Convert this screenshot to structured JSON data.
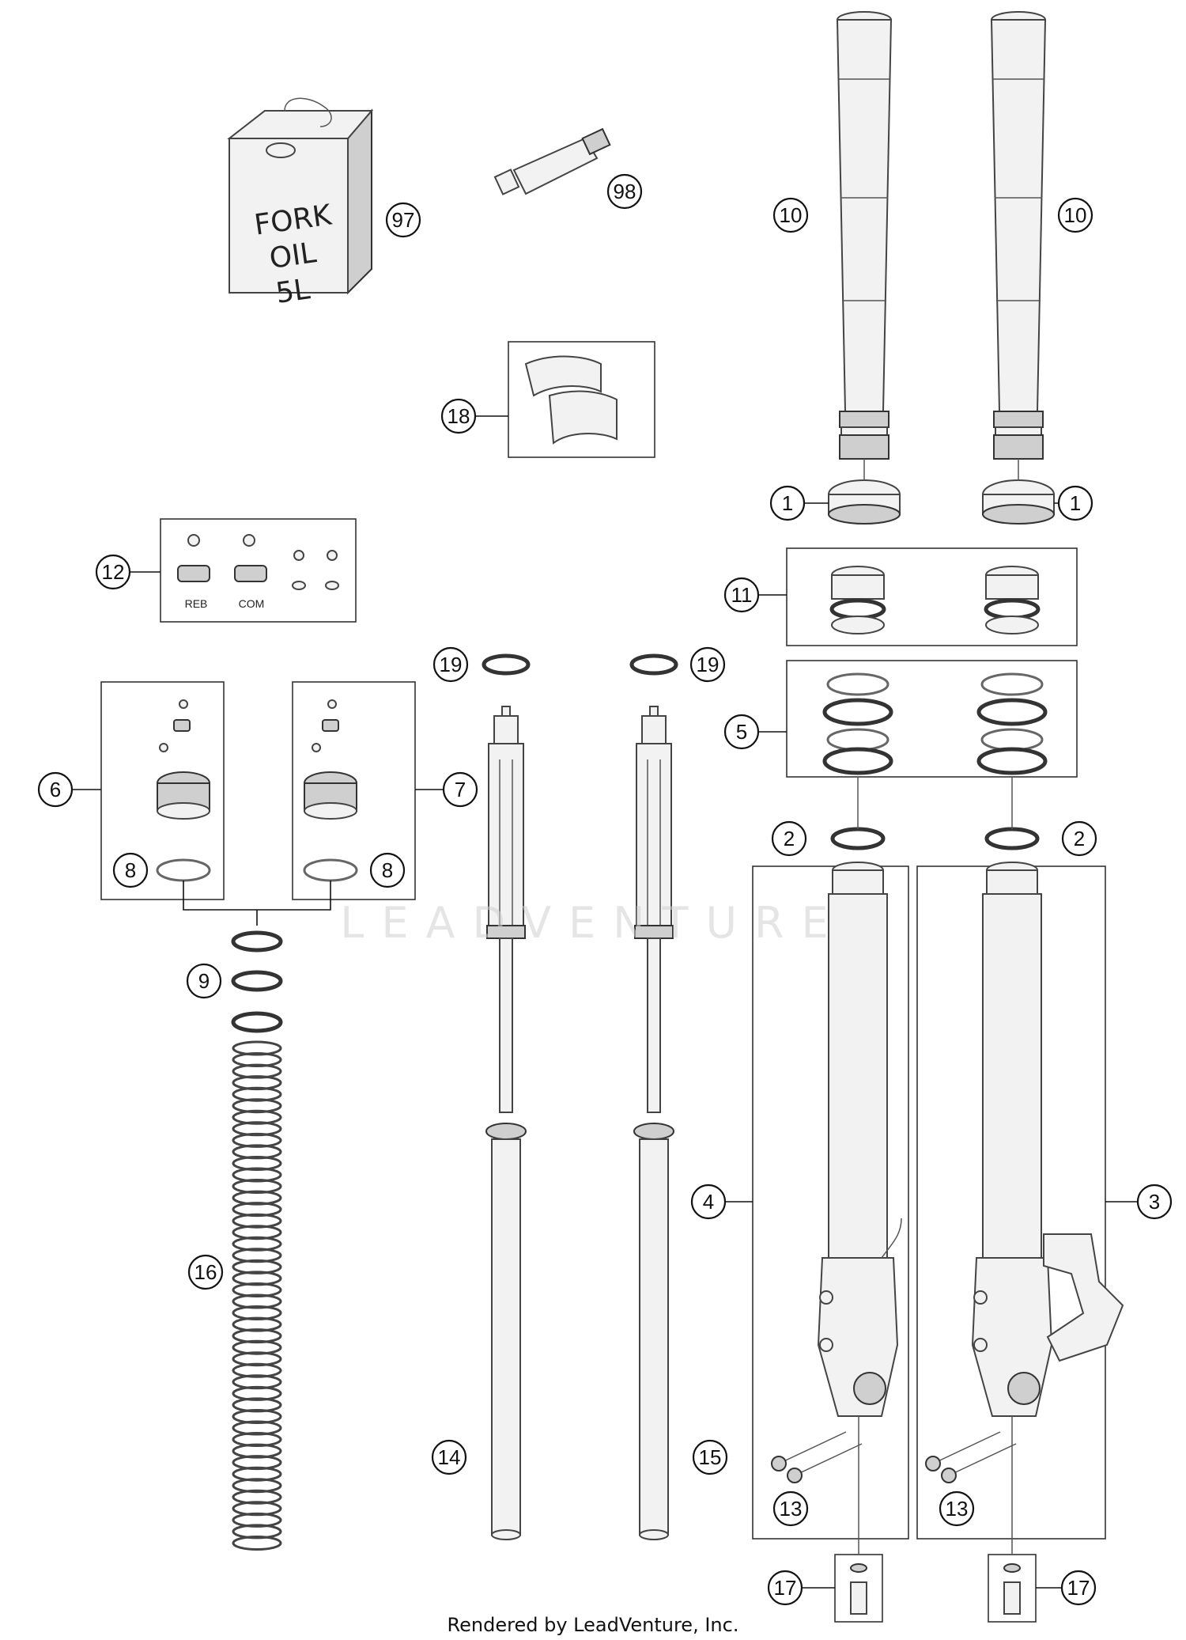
{
  "callouts": {
    "c97": "97",
    "c98": "98",
    "c10a": "10",
    "c10b": "10",
    "c18": "18",
    "c1a": "1",
    "c1b": "1",
    "c12": "12",
    "c11": "11",
    "c19a": "19",
    "c19b": "19",
    "c5": "5",
    "c6": "6",
    "c7": "7",
    "c2a": "2",
    "c2b": "2",
    "c8a": "8",
    "c8b": "8",
    "c9": "9",
    "c4": "4",
    "c3": "3",
    "c16": "16",
    "c14": "14",
    "c15": "15",
    "c13a": "13",
    "c13b": "13",
    "c17a": "17",
    "c17b": "17"
  },
  "labels": {
    "can_line1": "FORK",
    "can_line2": "OIL",
    "can_line3": "5L",
    "kit12_reb": "REB",
    "kit12_com": "COM"
  },
  "watermark": "LEADVENTURE",
  "footer": "Rendered by LeadVenture, Inc."
}
